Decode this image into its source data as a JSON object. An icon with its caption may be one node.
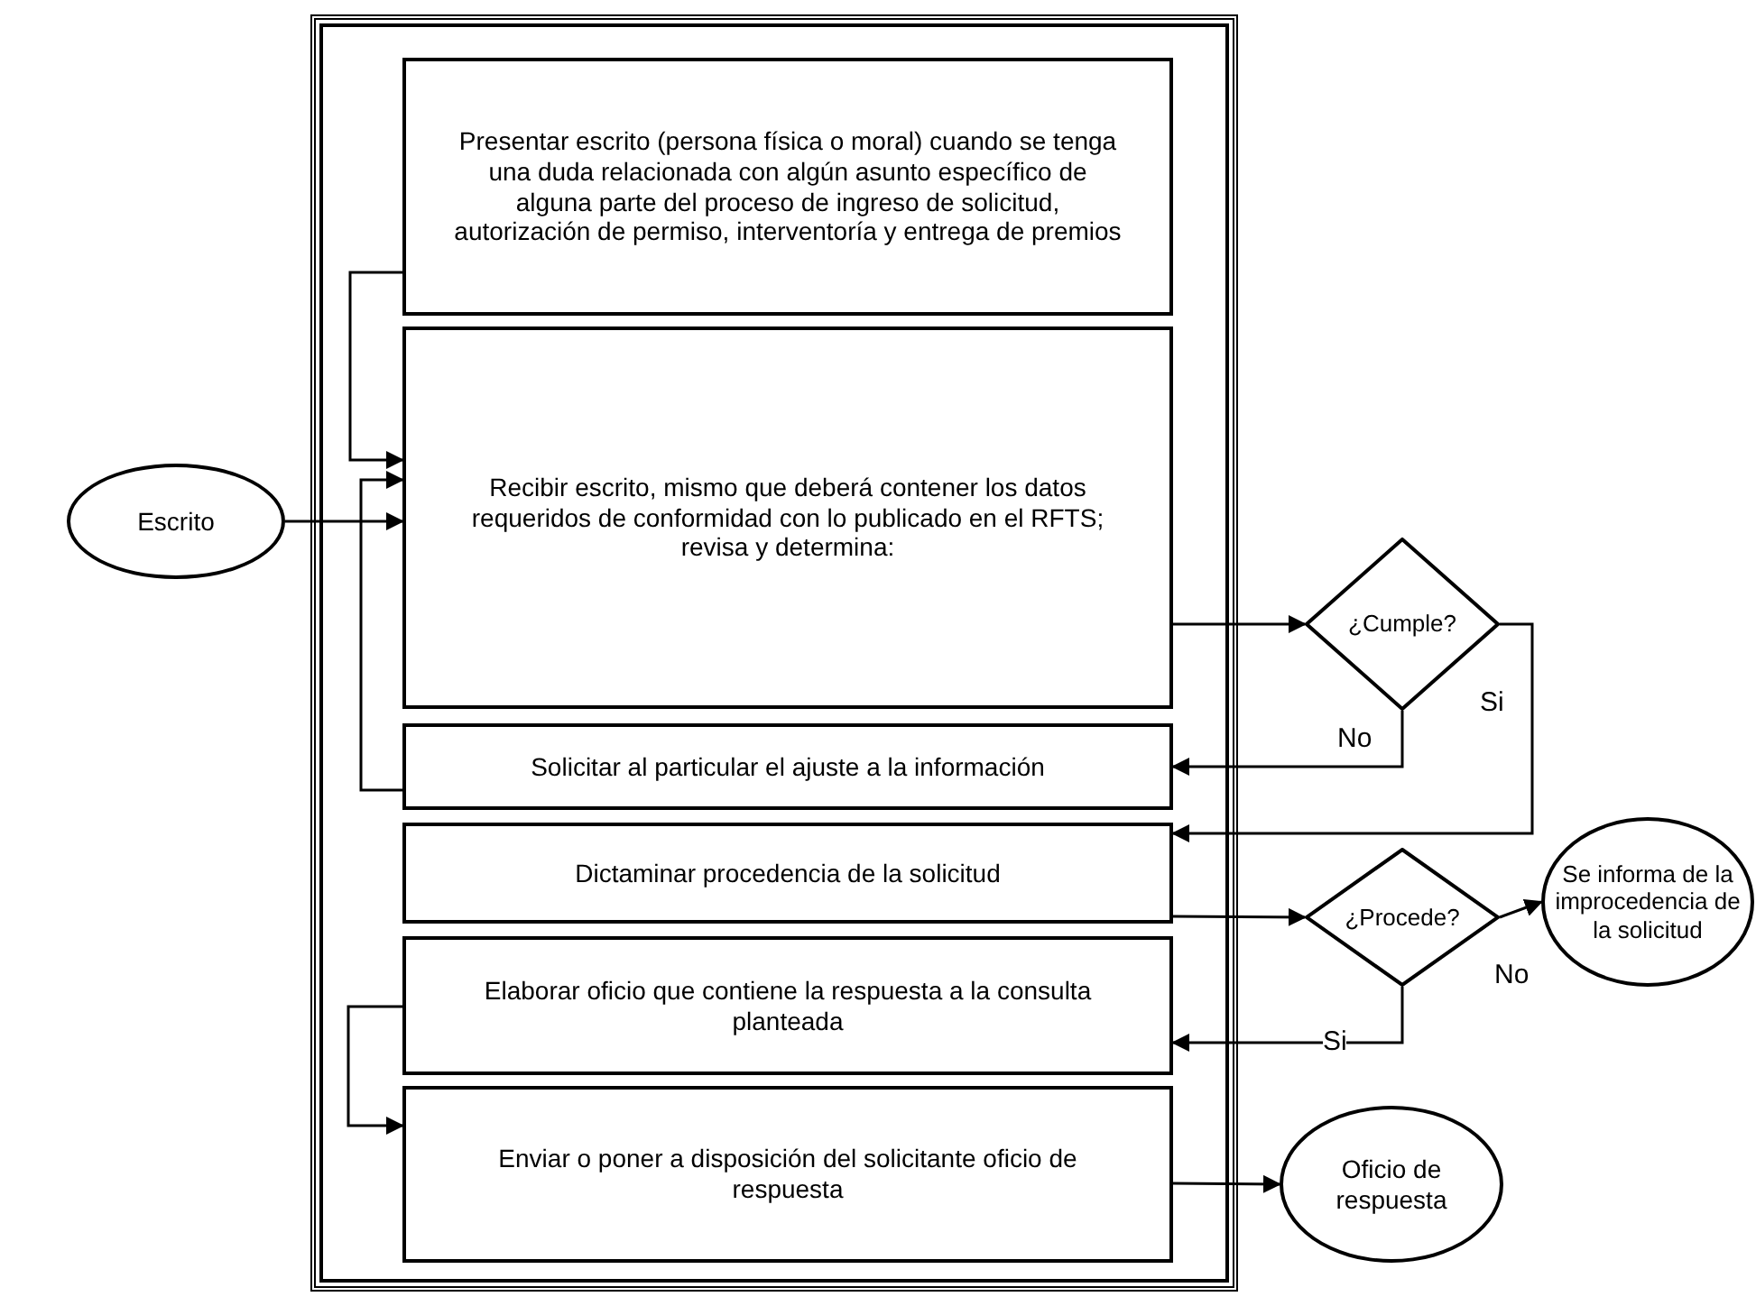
{
  "diagram": {
    "nodes": [
      {
        "text": [
          "Presentar escrito (persona física o moral) cuando se tenga una duda relacionada con algún asunto específico de alguna parte del proceso de ingreso de solicitud, autorización de permiso, interventoría y entrega de premios"
        ]
      },
      {
        "text": [
          "Recibir escrito, mismo que deberá contener los datos requeridos de conformidad con lo publicado en el RFTS; revisa y determina:"
        ]
      },
      {
        "text": [
          "Solicitar al particular el ajuste a la información"
        ]
      },
      {
        "text": [
          "Dictaminar procedencia de la solicitud"
        ]
      },
      {
        "text": [
          "Elaborar oficio que contiene la respuesta a la consulta planteada"
        ]
      },
      {
        "text": [
          "Enviar o poner a disposición del solicitante oficio de respuesta"
        ]
      },
      {
        "text": [
          "Escrito"
        ]
      },
      {
        "text": [
          "¿Cumple?"
        ]
      },
      {
        "text": [
          "¿Procede?"
        ]
      },
      {
        "text": [
          "Se informa de la improcedencia de la solicitud"
        ]
      },
      {
        "text": [
          "Oficio de respuesta"
        ]
      }
    ],
    "edges": [
      {
        "from": 0,
        "to": 1,
        "arrow": "to"
      },
      {
        "from": 6,
        "to": 1,
        "arrow": "to"
      },
      {
        "from": 2,
        "to": 1,
        "arrow": "to"
      },
      {
        "from": 1,
        "to": 7,
        "arrow": "to"
      },
      {
        "from": 7,
        "to": 2,
        "arrow": "to",
        "label": "No"
      },
      {
        "from": 7,
        "to": 3,
        "arrow": "to",
        "label": "Si"
      },
      {
        "from": 3,
        "to": 8,
        "arrow": "to"
      },
      {
        "from": 8,
        "to": 9,
        "arrow": "to",
        "label": "No"
      },
      {
        "from": 8,
        "to": 4,
        "arrow": "to",
        "label": "Si"
      },
      {
        "from": 4,
        "to": 5,
        "arrow": "to"
      },
      {
        "from": 5,
        "to": 10,
        "arrow": "to"
      }
    ]
  }
}
